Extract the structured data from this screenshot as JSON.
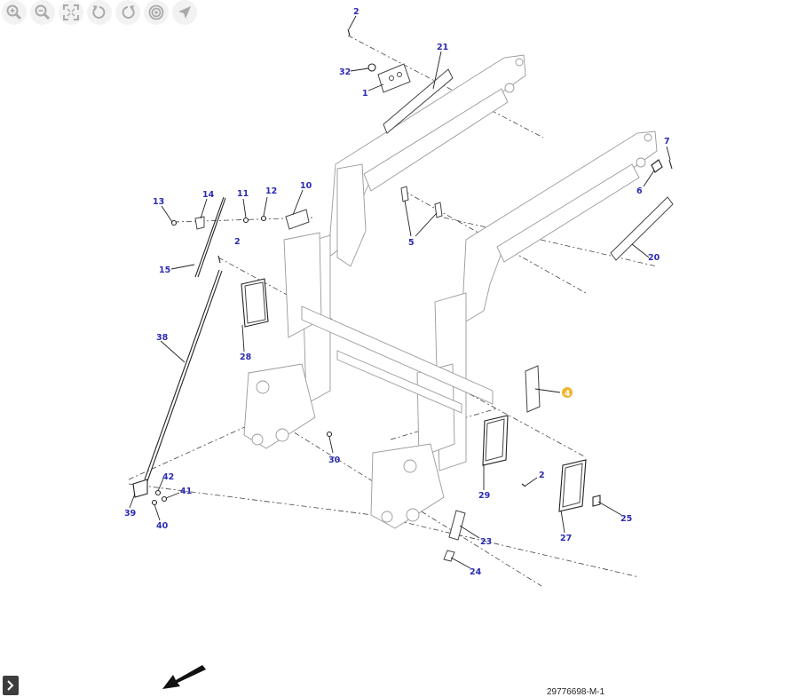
{
  "toolbar": {
    "buttons": [
      {
        "name": "zoom-in",
        "icon": "zoom-in-icon"
      },
      {
        "name": "zoom-out",
        "icon": "zoom-out-icon"
      },
      {
        "name": "fit-to-screen",
        "icon": "fit-screen-icon"
      },
      {
        "name": "rotate-left",
        "icon": "rotate-left-icon"
      },
      {
        "name": "rotate-right",
        "icon": "rotate-right-icon"
      },
      {
        "name": "target",
        "icon": "target-icon"
      },
      {
        "name": "navigate",
        "icon": "navigate-arrow-icon"
      }
    ]
  },
  "diagram": {
    "reference": "29776698-M-1",
    "callouts": {
      "c2a": "2",
      "c21": "21",
      "c32": "32",
      "c1": "1",
      "c7": "7",
      "c6": "6",
      "c13": "13",
      "c14": "14",
      "c11": "11",
      "c12": "12",
      "c10": "10",
      "c2b": "2",
      "c15": "15",
      "c5": "5",
      "c20": "20",
      "c38": "38",
      "c28": "28",
      "c4": "4",
      "c30": "30",
      "c42": "42",
      "c41": "41",
      "c39": "39",
      "c40": "40",
      "c2c": "2",
      "c29": "29",
      "c25": "25",
      "c27": "27",
      "c23": "23",
      "c24": "24"
    },
    "highlighted_callout": "4",
    "colors": {
      "callout": "#2b2bb5",
      "highlight": "#f0b530"
    }
  },
  "panel": {
    "expand_icon": "chevron-right-icon"
  }
}
